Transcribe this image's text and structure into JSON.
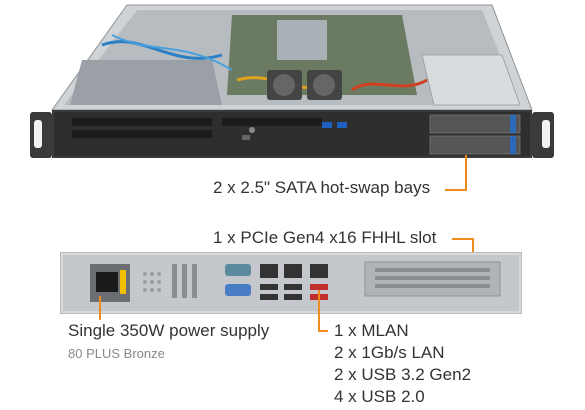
{
  "colors": {
    "callout": "#f08c1a",
    "text": "#333333",
    "subtext": "#888888",
    "chassis": "#3a3a3a",
    "drive_accent": "#2a6ab8"
  },
  "callouts": {
    "sata_bays": "2 x 2.5\" SATA hot-swap bays",
    "pcie_slot": "1 x PCIe Gen4 x16 FHHL slot",
    "power_supply": "Single 350W power supply",
    "power_rating": "80 PLUS Bronze",
    "ports": [
      "1 x MLAN",
      "2 x 1Gb/s LAN",
      "2 x USB 3.2 Gen2",
      "4 x USB 2.0"
    ]
  },
  "icons": {
    "front_server": "server-front-illustration",
    "rear_panel": "server-rear-illustration"
  }
}
